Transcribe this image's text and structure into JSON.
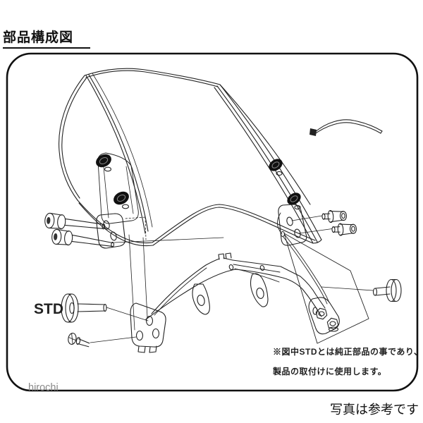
{
  "header": {
    "title": "部品構成図"
  },
  "diagram": {
    "std_label": "STD",
    "note": {
      "line1": "※図中STDとは純正部品の事であり、",
      "line2": "製品の取付けに使用します。"
    }
  },
  "footer": {
    "watermark": "hirochi",
    "caption": "写真は参考です"
  },
  "colors": {
    "line": "#222222",
    "frame": "#111111",
    "part_fill": "#111111",
    "watermark": "#8a8a8a",
    "background": "#ffffff"
  }
}
